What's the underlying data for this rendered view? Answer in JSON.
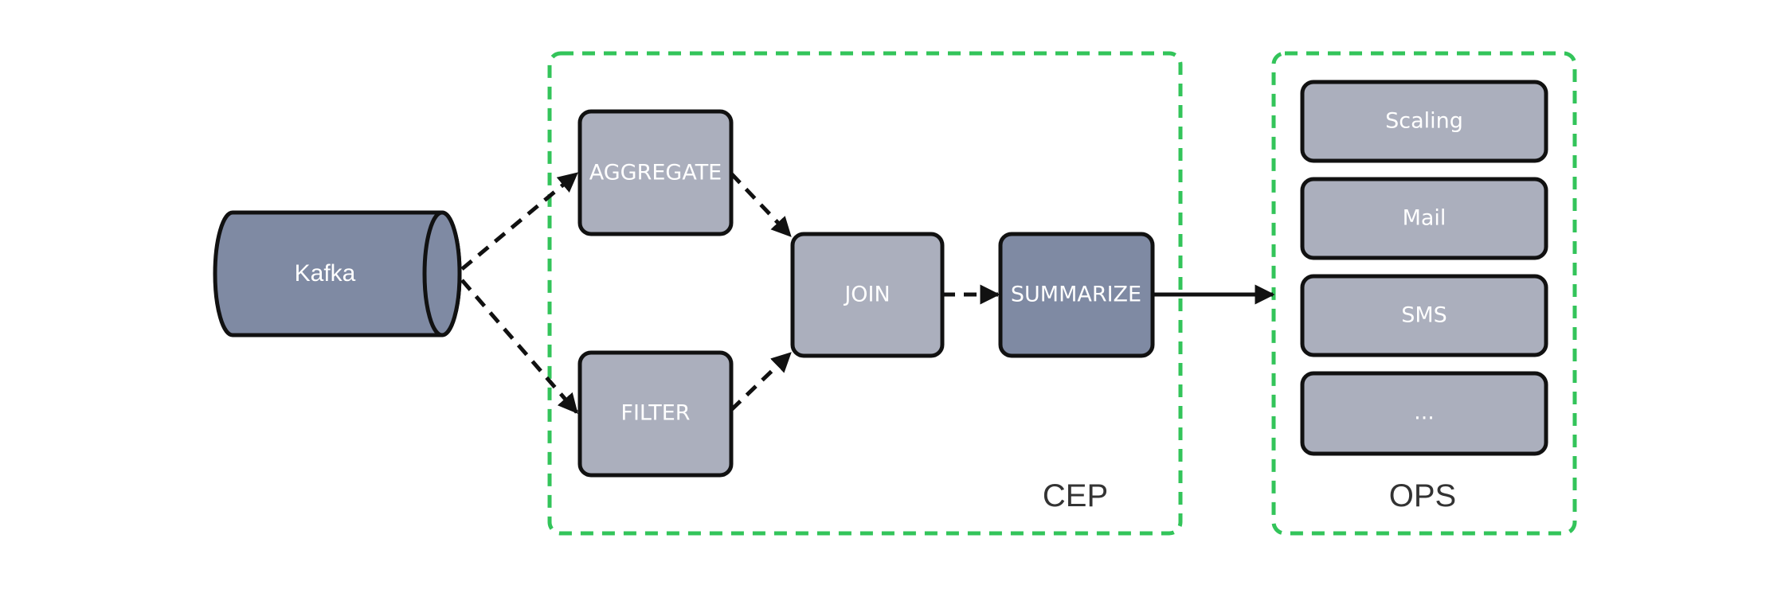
{
  "colors": {
    "group_border": "#33c45a",
    "node_light": "#abafbd",
    "node_dark": "#7f8aa3",
    "kafka_fill": "#7f8aa3",
    "stroke": "#111111",
    "label_text": "#ffffff",
    "group_text": "#333333"
  },
  "source": {
    "label": "Kafka",
    "shape": "cylinder"
  },
  "cep": {
    "label": "CEP",
    "nodes": {
      "aggregate": "AGGREGATE",
      "filter": "FILTER",
      "join": "JOIN",
      "summarize": "SUMMARIZE"
    }
  },
  "ops": {
    "label": "OPS",
    "items": [
      "Scaling",
      "Mail",
      "SMS",
      "..."
    ]
  },
  "edges": [
    {
      "from": "Kafka",
      "to": "AGGREGATE",
      "style": "dashed"
    },
    {
      "from": "Kafka",
      "to": "FILTER",
      "style": "dashed"
    },
    {
      "from": "AGGREGATE",
      "to": "JOIN",
      "style": "dashed"
    },
    {
      "from": "FILTER",
      "to": "JOIN",
      "style": "dashed"
    },
    {
      "from": "JOIN",
      "to": "SUMMARIZE",
      "style": "dashed"
    },
    {
      "from": "SUMMARIZE",
      "to": "OPS",
      "style": "solid"
    }
  ]
}
